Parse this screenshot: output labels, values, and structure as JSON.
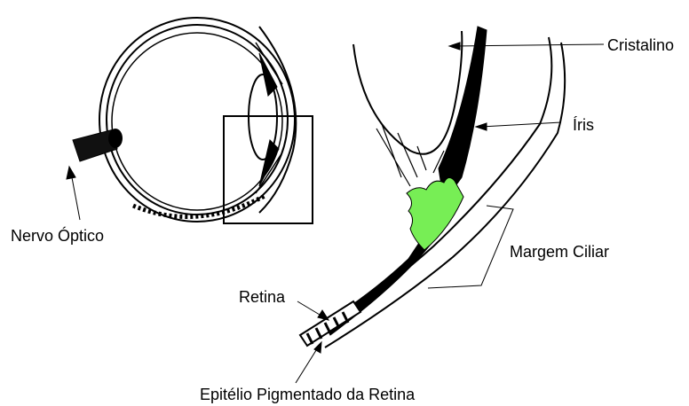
{
  "labels": {
    "cristalino": "Cristalino",
    "iris": "Íris",
    "margem_ciliar": "Margem Ciliar",
    "nervo_optico": "Nervo Óptico",
    "retina": "Retina",
    "epitelio": "Epitélio Pigmentado da Retina"
  },
  "colors": {
    "ciliary_margin": "#77ee55",
    "line": "#000000",
    "background": "#ffffff"
  }
}
